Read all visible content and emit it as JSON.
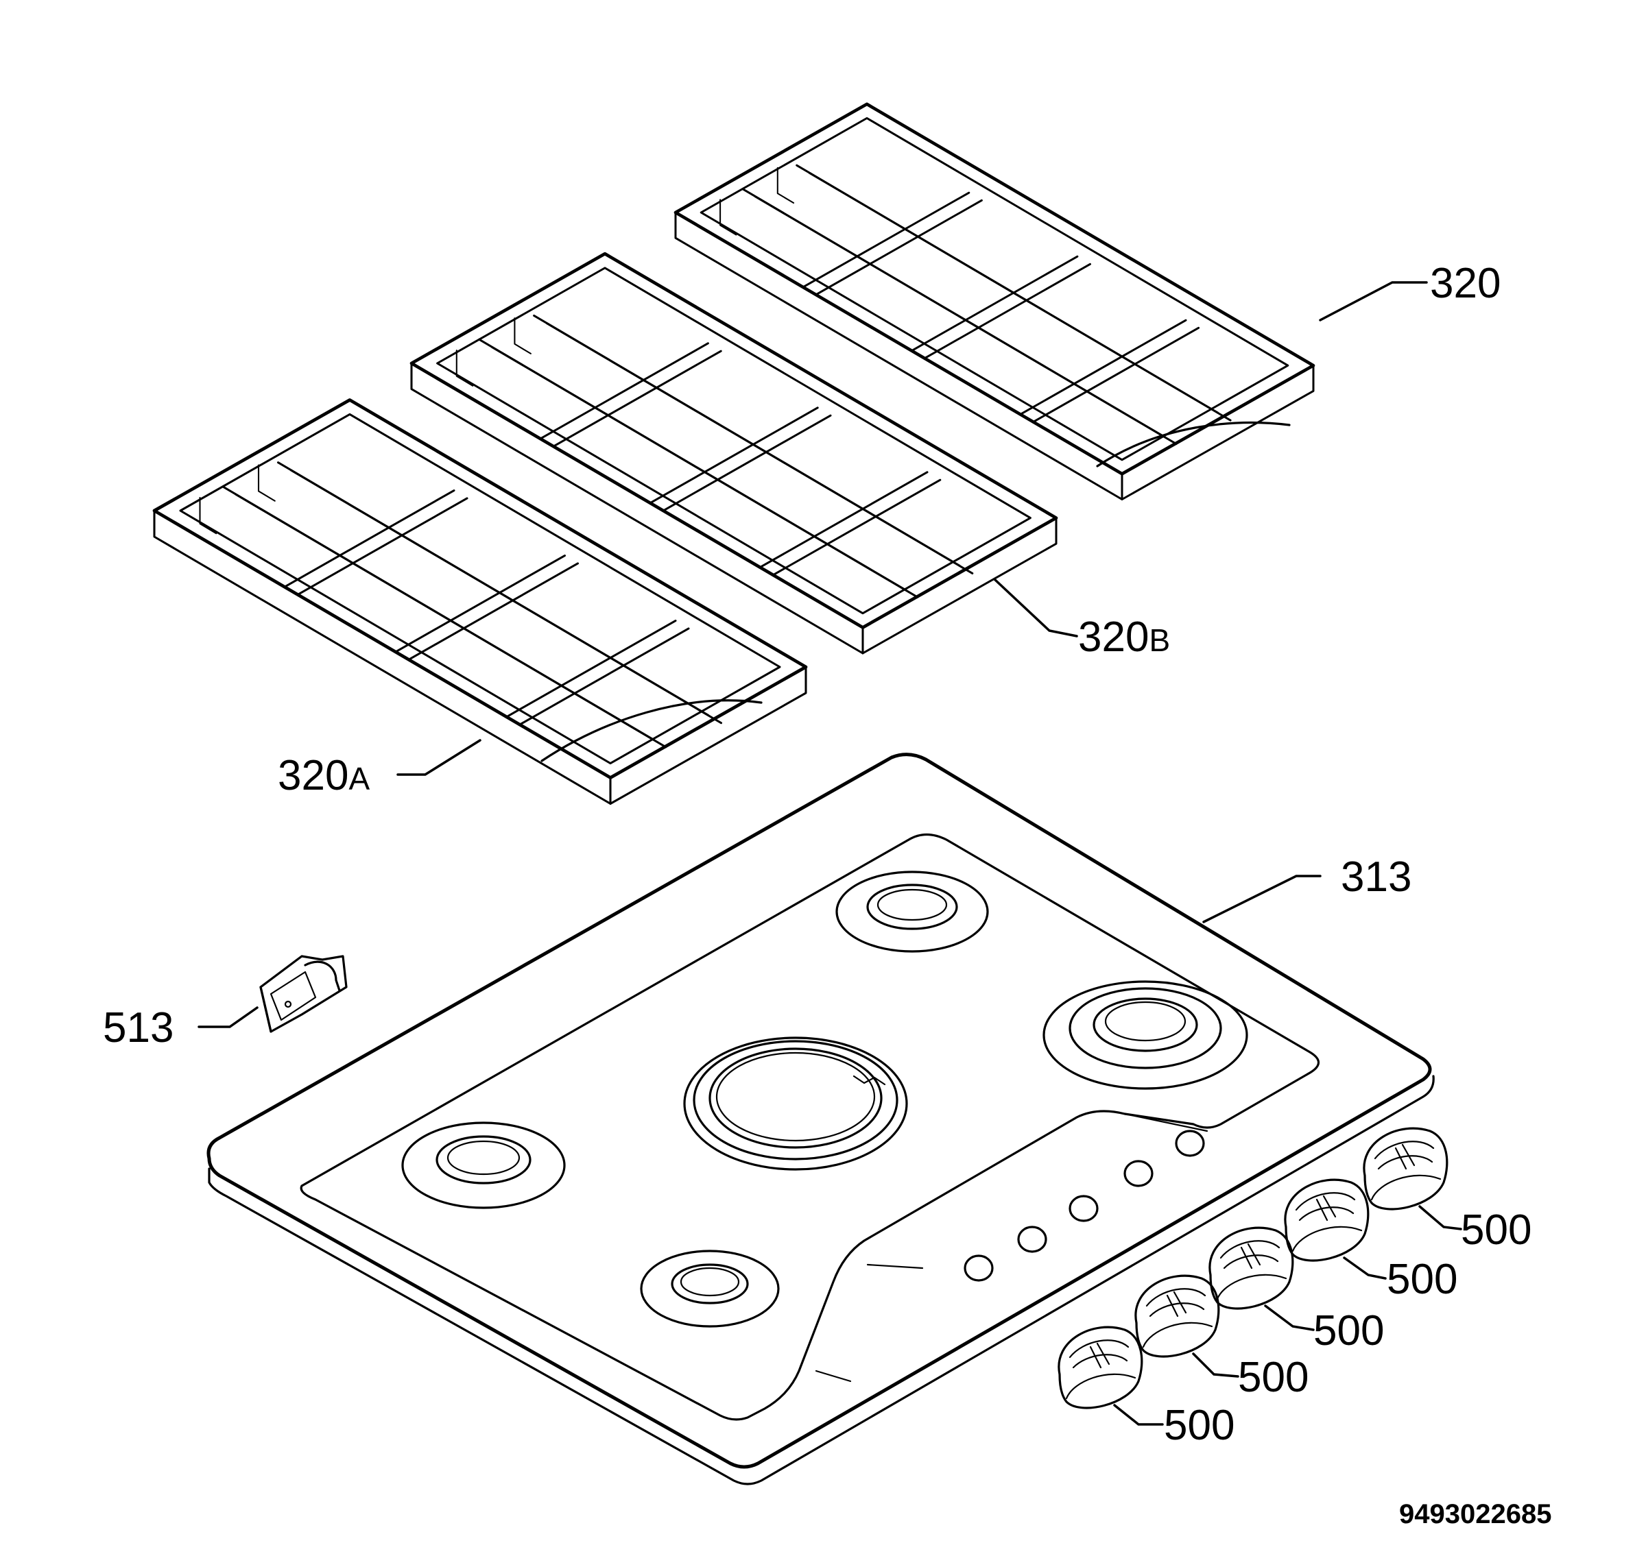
{
  "labels": {
    "grid_right": "320",
    "grid_middle_main": "320",
    "grid_middle_suffix": "B",
    "grid_left_main": "320",
    "grid_left_suffix": "A",
    "hob": "313",
    "bracket": "513",
    "knob_1": "500",
    "knob_2": "500",
    "knob_3": "500",
    "knob_4": "500",
    "knob_5": "500"
  },
  "document_number": "9493022685"
}
